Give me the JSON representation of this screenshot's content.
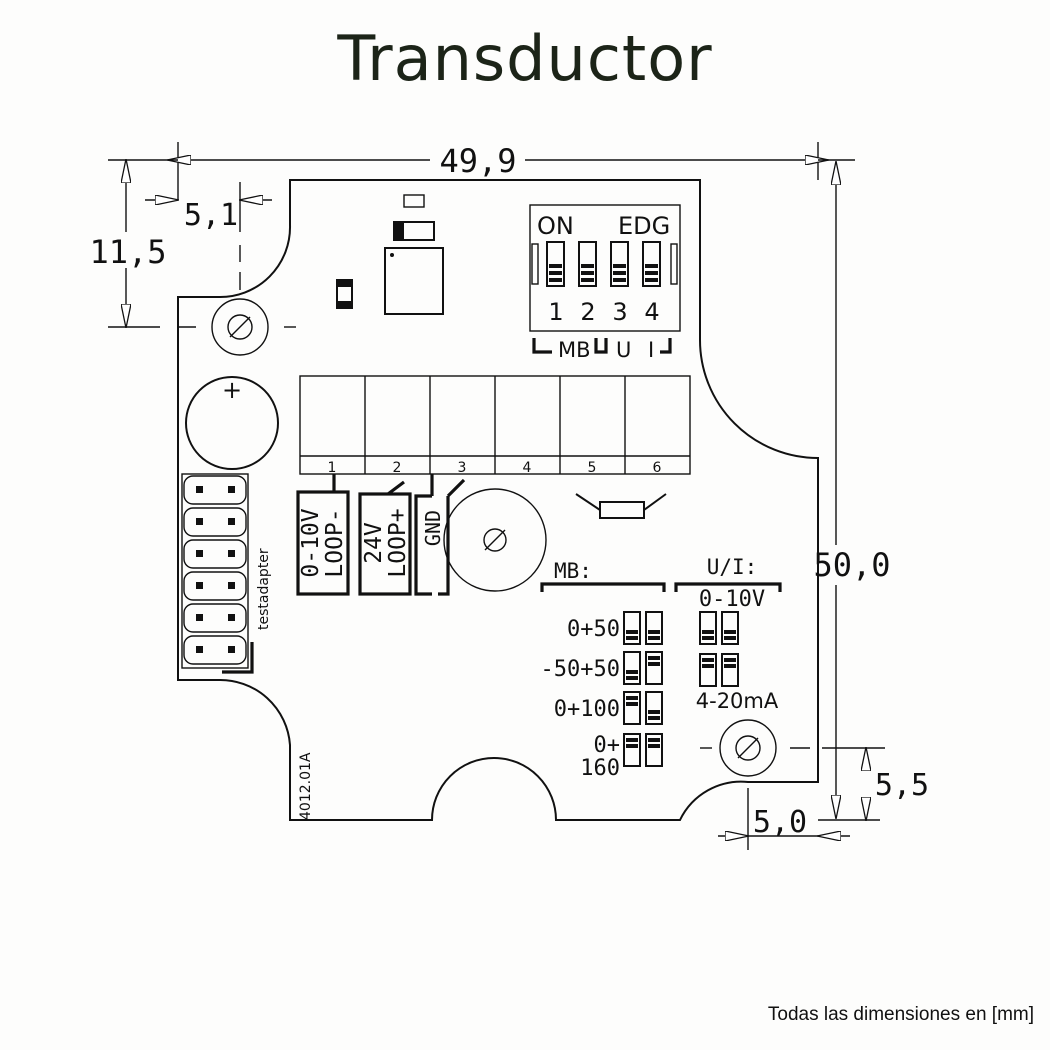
{
  "title": "Transductor",
  "footnote": "Todas las dimensiones en [mm]",
  "dimensions": {
    "width": "49,9",
    "height": "50,0",
    "hole_top_x": "5,1",
    "hole_top_y": "11,5",
    "hole_bottom_x": "5,0",
    "hole_bottom_y": "5,5"
  },
  "dip_switch": {
    "on_label": "ON",
    "edg_label": "EDG",
    "numbers": [
      "1",
      "2",
      "3",
      "4"
    ],
    "group_mb": "MB",
    "group_u": "U",
    "group_i": "I"
  },
  "terminal_numbers": [
    "1",
    "2",
    "3",
    "4",
    "5",
    "6"
  ],
  "terminal_labels": {
    "t1_line1": "0-10V",
    "t1_line2": "LOOP-",
    "t2_line1": "24V",
    "t2_line2": "LOOP+",
    "t3": "GND"
  },
  "connector_label": "testadapter",
  "board_id": "4012.01A",
  "battery_symbol": "+",
  "mb_section": {
    "header": "MB:",
    "ranges": [
      "0+50",
      "-50+50",
      "0+100",
      "0+",
      "160"
    ]
  },
  "ui_section": {
    "header": "U/I:",
    "voltage_label": "0-10V",
    "current_label": "4-20mA"
  }
}
